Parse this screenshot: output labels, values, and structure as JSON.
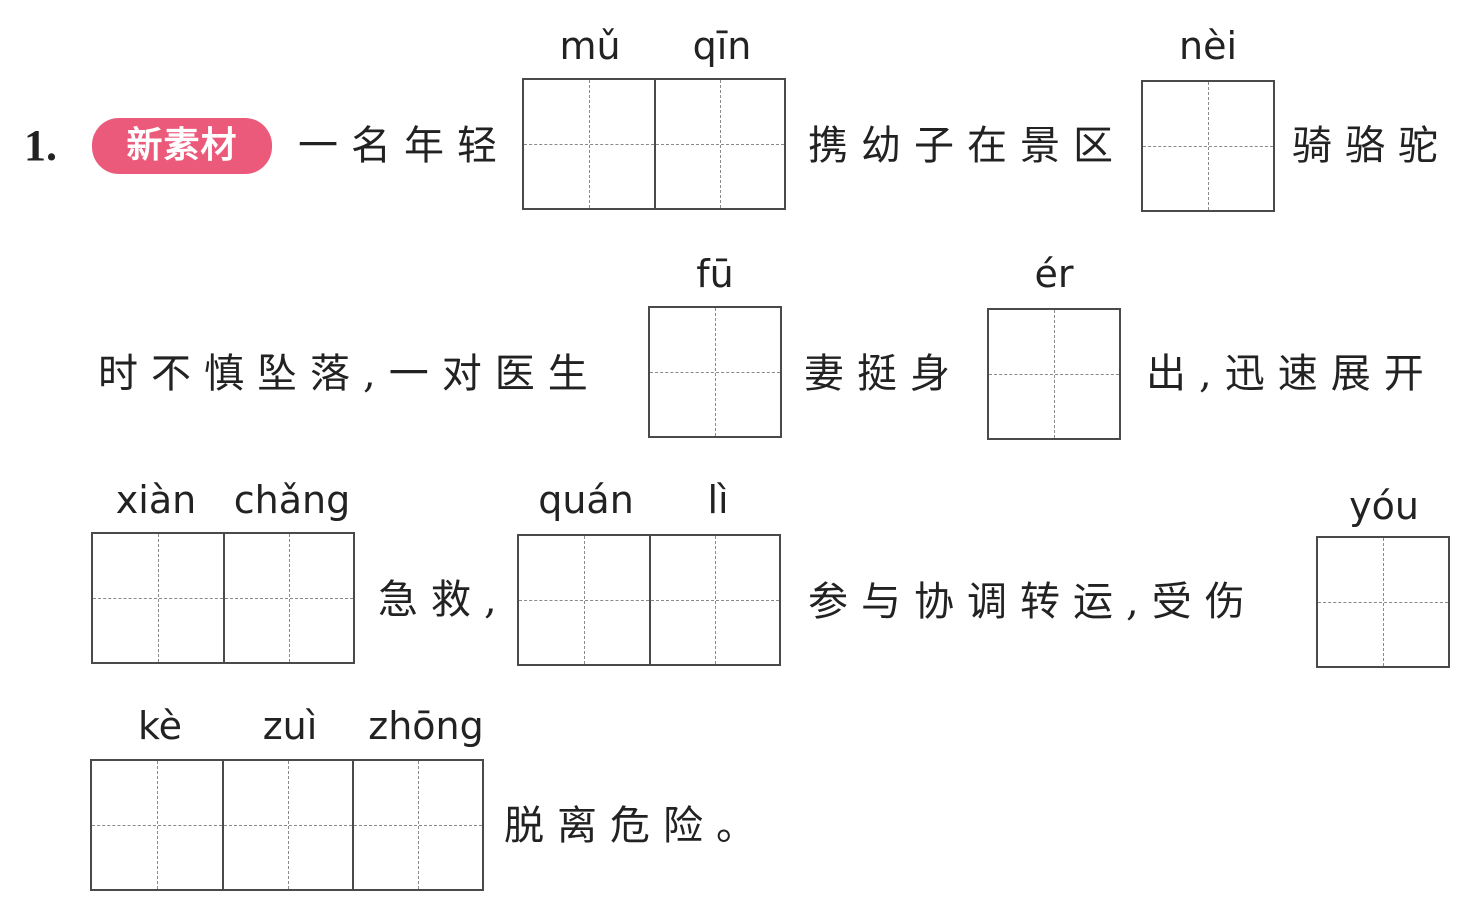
{
  "question": {
    "number": "1.",
    "tag": "新素材"
  },
  "text": {
    "t1": "一名年轻",
    "t2": "携幼子在景区",
    "t3": "骑骆驼",
    "t4": "时不慎坠落,一对医生",
    "t5": "妻挺身",
    "t6": "出,迅速展开",
    "t7": "急救,",
    "t8": "参与协调转运,受伤",
    "t9": "脱离危险。"
  },
  "pinyin": {
    "mu": "mǔ",
    "qin": "qīn",
    "nei": "nèi",
    "fu": "fū",
    "er": "ér",
    "xian": "xiàn",
    "chang": "chǎng",
    "quan": "quán",
    "li": "lì",
    "you": "yóu",
    "ke": "kè",
    "zui": "zuì",
    "zhong": "zhōng"
  },
  "colors": {
    "tag_background": "#ec5a7b",
    "grid_border": "#4a4a4a"
  }
}
